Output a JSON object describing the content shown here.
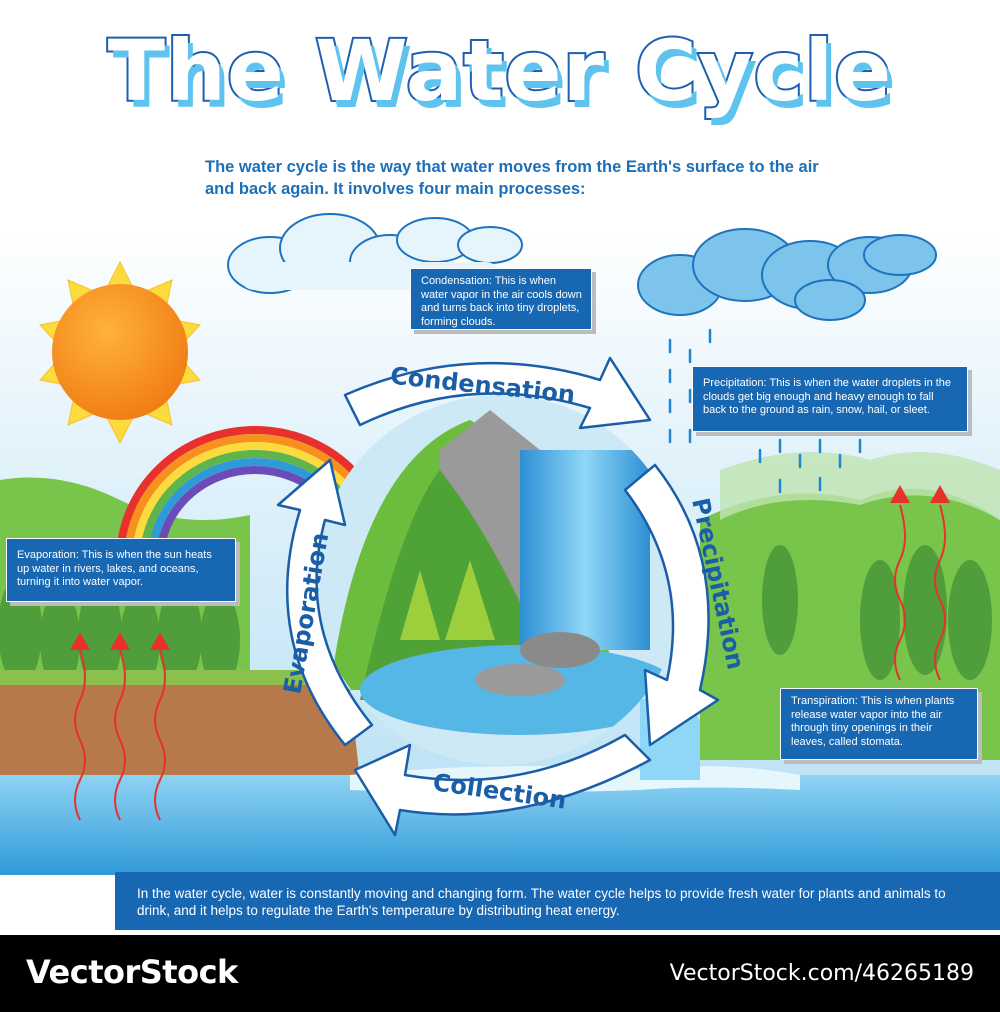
{
  "title": "The Water Cycle",
  "intro": "The water cycle is the way that water moves from the Earth's surface to the air and back again. It involves four main processes:",
  "stages": {
    "condensation": {
      "label": "Condensation",
      "description": "Condensation: This is when water vapor in the air cools down and turns back into tiny droplets, forming clouds."
    },
    "precipitation": {
      "label": "Precipitation",
      "description": "Precipitation: This is when the water droplets in the clouds get big enough and heavy enough to fall back to the ground as rain, snow, hail, or sleet."
    },
    "evaporation": {
      "label": "Evaporation",
      "description": "Evaporation: This is when the sun heats up water in rivers, lakes, and oceans, turning it into water vapor."
    },
    "transpiration": {
      "description": "Transpiration: This is when plants release water vapor into the air through tiny openings in their leaves, called stomata."
    },
    "collection": {
      "label": "Collection"
    }
  },
  "bottom_text": "In the water cycle, water is constantly moving and changing form. The water cycle helps to provide fresh water for plants and animals to drink, and it helps to regulate the Earth's temperature by distributing heat energy.",
  "footer": {
    "brand": "VectorStock",
    "image_id": "VectorStock.com/46265189"
  },
  "colors": {
    "primary_blue": "#1767b3",
    "sky": "#cfe9f6",
    "water": "#4fb5e6",
    "grass": "#5fae3a",
    "sun": "#f6911f",
    "vapor_arrow": "#e8312c"
  }
}
